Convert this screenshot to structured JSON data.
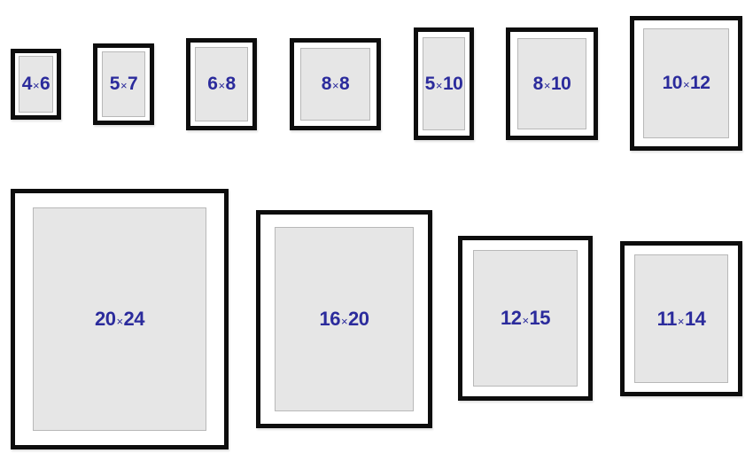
{
  "text_color": "#2b2b9c",
  "frame_color": "#0d0d0d",
  "mat_color": "#e6e6e6",
  "separator": "×",
  "frames": [
    {
      "w": "4",
      "h": "6"
    },
    {
      "w": "5",
      "h": "7"
    },
    {
      "w": "6",
      "h": "8"
    },
    {
      "w": "8",
      "h": "8"
    },
    {
      "w": "5",
      "h": "10"
    },
    {
      "w": "8",
      "h": "10"
    },
    {
      "w": "10",
      "h": "12"
    },
    {
      "w": "20",
      "h": "24"
    },
    {
      "w": "16",
      "h": "20"
    },
    {
      "w": "12",
      "h": "15"
    },
    {
      "w": "11",
      "h": "14"
    }
  ]
}
